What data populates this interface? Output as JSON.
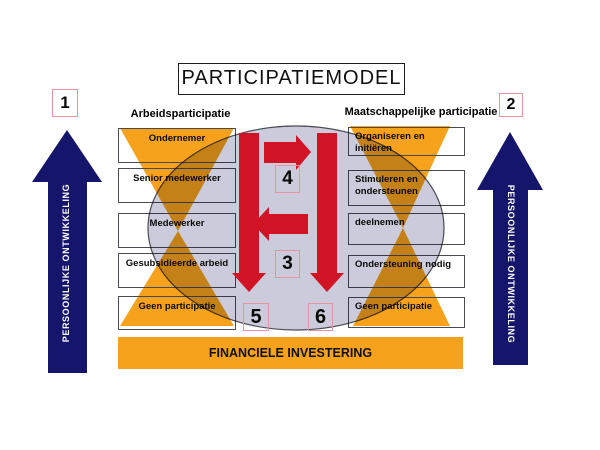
{
  "title": "PARTICIPATIEMODEL",
  "side_arrows": {
    "left_number": "1",
    "right_number": "2",
    "left_label": "PERSOONLIJKE ONTWIKKELING",
    "right_label": "PERSOONLIJKE ONTWIKKELING"
  },
  "left_column": {
    "header": "Arbeidsparticipatie",
    "items": [
      "Ondernemer",
      "Senior medewerker",
      "Medewerker",
      "Gesubsidieerde arbeid",
      "Geen participatie"
    ]
  },
  "right_column": {
    "header": "Maatschappelijke participatie",
    "items": [
      "Organiseren en initiëren",
      "Stimuleren en ondersteunen",
      "deelnemen",
      "Ondersteuning nodig",
      "Geen participatie"
    ]
  },
  "center_numbers": {
    "n3": "3",
    "n4": "4",
    "n5": "5",
    "n6": "6"
  },
  "footer": {
    "label": "FINANCIELE INVESTERING"
  },
  "colors": {
    "orange": "#F7A21C",
    "navy": "#15156B",
    "red": "#D11326",
    "ellipse_fill": "#CBCBDB",
    "badge_border": "#E695A0"
  }
}
